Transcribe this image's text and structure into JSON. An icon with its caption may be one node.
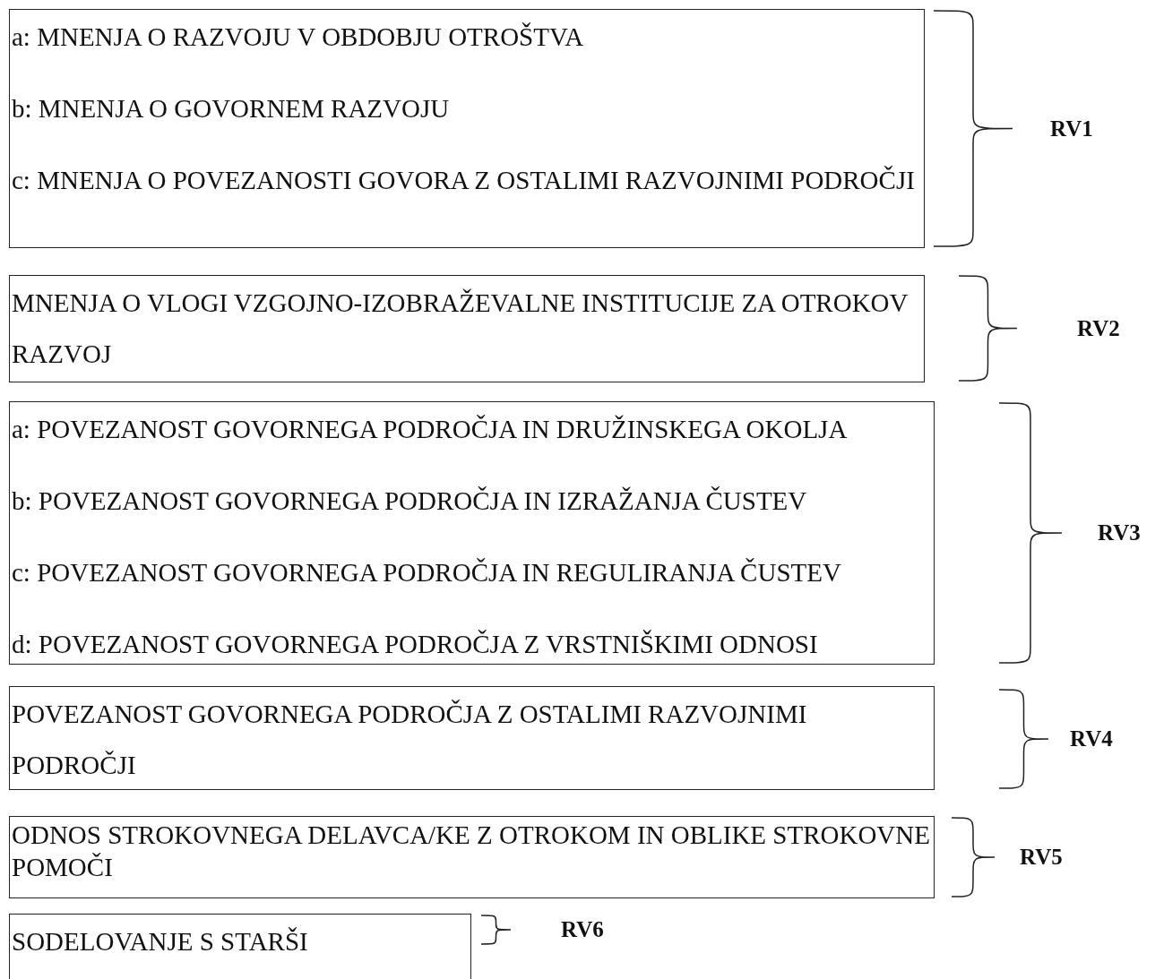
{
  "diagram": {
    "nodes": [
      {
        "text": [
          "a: MNENJA O RAZVOJU V OBDOBJU OTROŠTVA",
          "b: MNENJA O GOVORNEM RAZVOJU",
          "c: MNENJA O POVEZANOSTI GOVORA Z OSTALIMI RAZVOJNIMI PODROČJI"
        ]
      },
      {
        "text": [
          "MNENJA O VLOGI VZGOJNO-IZOBRAŽEVALNE INSTITUCIJE ZA OTROKOV RAZVOJ"
        ]
      },
      {
        "text": [
          "a: POVEZANOST GOVORNEGA PODROČJA IN DRUŽINSKEGA OKOLJA",
          "b: POVEZANOST GOVORNEGA PODROČJA IN IZRAŽANJA ČUSTEV",
          "c: POVEZANOST GOVORNEGA PODROČJA IN REGULIRANJA ČUSTEV",
          "d: POVEZANOST GOVORNEGA PODROČJA Z VRSTNIŠKIMI ODNOSI"
        ]
      },
      {
        "text": [
          "POVEZANOST GOVORNEGA PODROČJA Z OSTALIMI RAZVOJNIMI PODROČJI"
        ]
      },
      {
        "text": [
          "ODNOS STROKOVNEGA DELAVCA/KE Z OTROKOM IN OBLIKE STROKOVNE POMOČI"
        ]
      },
      {
        "text": [
          "SODELOVANJE S STARŠI"
        ]
      }
    ],
    "labels": [
      "RV1",
      "RV2",
      "RV3",
      "RV4",
      "RV5",
      "RV6"
    ]
  }
}
